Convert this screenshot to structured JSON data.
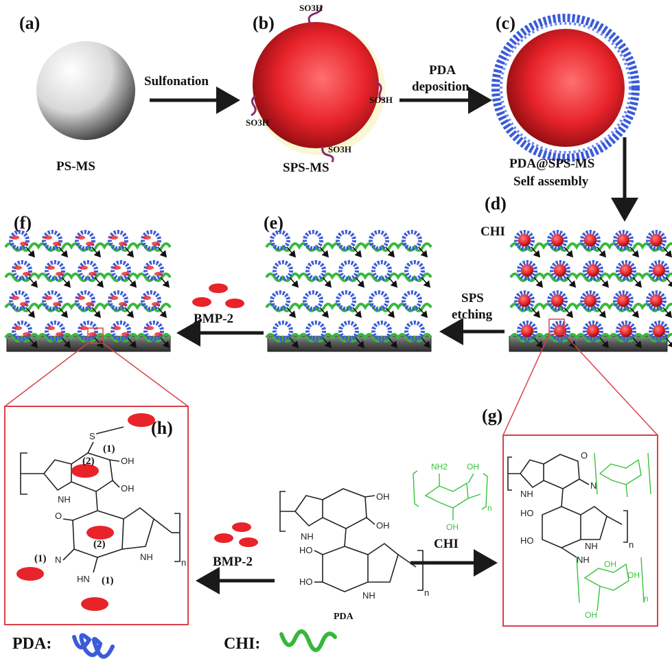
{
  "panels": {
    "a": "(a)",
    "b": "(b)",
    "c": "(c)",
    "d": "(d)",
    "e": "(e)",
    "f": "(f)",
    "g": "(g)",
    "h": "(h)"
  },
  "labels": {
    "ps_ms": "PS-MS",
    "sps_ms": "SPS-MS",
    "pda_sps_ms": "PDA@SPS-MS",
    "sulfonation": "Sulfonation",
    "pda_deposition_1": "PDA",
    "pda_deposition_2": "deposition",
    "self_assembly": "Self assembly",
    "chi": "CHI",
    "sps_etching_1": "SPS",
    "sps_etching_2": "etching",
    "bmp2_top": "BMP-2",
    "bmp2_bottom": "BMP-2",
    "chi_arrow": "CHI",
    "pda_name": "PDA",
    "so3h": "SO3H"
  },
  "legend": {
    "pda": "PDA:",
    "chi": "CHI:"
  },
  "chem": {
    "oh": "OH",
    "ho": "HO",
    "nh": "NH",
    "hn": "HN",
    "n": "N",
    "o": "O",
    "s": "S",
    "nh2": "NH2",
    "sub_n": "n",
    "bind1": "(1)",
    "bind2": "(2)"
  },
  "colors": {
    "sphere_white": "#e8e8e8",
    "sphere_red": "#e8232a",
    "pda_blue": "#3b5bd8",
    "chi_green": "#38b83c",
    "bmp_red": "#e8232a",
    "substrate": "#5a5a5a",
    "zoom_box": "#d8404a",
    "sulfonate": "#8b2a6e"
  }
}
